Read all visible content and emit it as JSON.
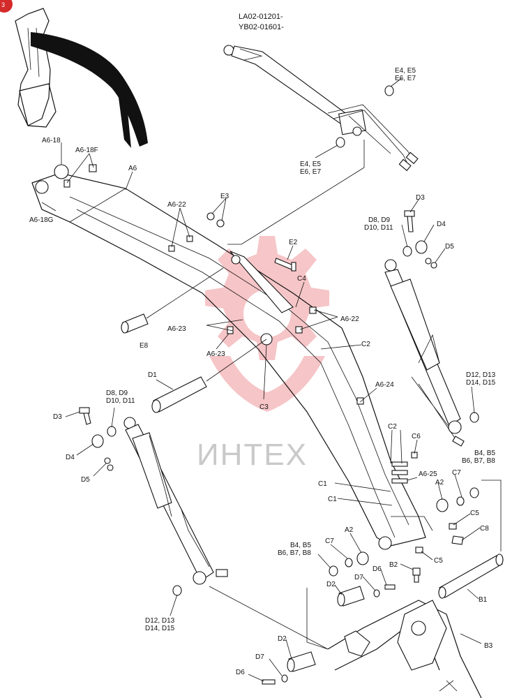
{
  "serial": {
    "line1": "LA02-01201-",
    "line2": "YB02-01601-"
  },
  "watermark": "ИНТЕХ",
  "badge": "3",
  "labels": [
    {
      "key": "a6_18",
      "text": "A6-18"
    },
    {
      "key": "a6_18f",
      "text": "A6-18F"
    },
    {
      "key": "a6",
      "text": "A6"
    },
    {
      "key": "a6_18g",
      "text": "A6-18G"
    },
    {
      "key": "a6_22_top",
      "text": "A6-22"
    },
    {
      "key": "e3",
      "text": "E3"
    },
    {
      "key": "e2",
      "text": "E2"
    },
    {
      "key": "c4",
      "text": "C4"
    },
    {
      "key": "a6_22_right",
      "text": "A6-22"
    },
    {
      "key": "a6_23_a",
      "text": "A6-23"
    },
    {
      "key": "a6_23_b",
      "text": "A6-23"
    },
    {
      "key": "e8",
      "text": "E8"
    },
    {
      "key": "d1",
      "text": "D1"
    },
    {
      "key": "c3",
      "text": "C3"
    },
    {
      "key": "c2_upper",
      "text": "C2"
    },
    {
      "key": "a6_24",
      "text": "A6-24"
    },
    {
      "key": "c2_lower",
      "text": "C2"
    },
    {
      "key": "c6",
      "text": "C6"
    },
    {
      "key": "a6_25",
      "text": "A6-25"
    },
    {
      "key": "c1_a",
      "text": "C1"
    },
    {
      "key": "c1_b",
      "text": "C1"
    },
    {
      "key": "a2_right",
      "text": "A2"
    },
    {
      "key": "c7_right",
      "text": "C7"
    },
    {
      "key": "c5_a",
      "text": "C5"
    },
    {
      "key": "c8",
      "text": "C8"
    },
    {
      "key": "c5_b",
      "text": "C5"
    },
    {
      "key": "a2_left",
      "text": "A2"
    },
    {
      "key": "c7_left",
      "text": "C7"
    },
    {
      "key": "b2",
      "text": "B2"
    },
    {
      "key": "d6_mid",
      "text": "D6"
    },
    {
      "key": "d7_mid",
      "text": "D7"
    },
    {
      "key": "d2_mid",
      "text": "D2"
    },
    {
      "key": "b1",
      "text": "B1"
    },
    {
      "key": "b3",
      "text": "B3"
    },
    {
      "key": "d2_low",
      "text": "D2"
    },
    {
      "key": "d7_low",
      "text": "D7"
    },
    {
      "key": "d6_low",
      "text": "D6"
    },
    {
      "key": "d3_right",
      "text": "D3"
    },
    {
      "key": "d4_right",
      "text": "D4"
    },
    {
      "key": "d5_right",
      "text": "D5"
    },
    {
      "key": "d3_left",
      "text": "D3"
    },
    {
      "key": "d4_left",
      "text": "D4"
    },
    {
      "key": "d5_left",
      "text": "D5"
    }
  ],
  "multi_labels": [
    {
      "key": "e4_top",
      "lines": [
        "E4, E5",
        "E6, E7"
      ]
    },
    {
      "key": "e4_mid",
      "lines": [
        "E4, E5",
        "E6, E7"
      ]
    },
    {
      "key": "d8_right",
      "lines": [
        "D8, D9",
        "D10, D11"
      ]
    },
    {
      "key": "d12_right",
      "lines": [
        "D12, D13",
        "D14, D15"
      ]
    },
    {
      "key": "b4_right",
      "lines": [
        "B4, B5",
        "B6, B7, B8"
      ]
    },
    {
      "key": "b4_left",
      "lines": [
        "B4, B5",
        "B6, B7, B8"
      ]
    },
    {
      "key": "d8_left",
      "lines": [
        "D8, D9",
        "D10, D11"
      ]
    },
    {
      "key": "d12_left",
      "lines": [
        "D12, D13",
        "D14, D15"
      ]
    }
  ]
}
